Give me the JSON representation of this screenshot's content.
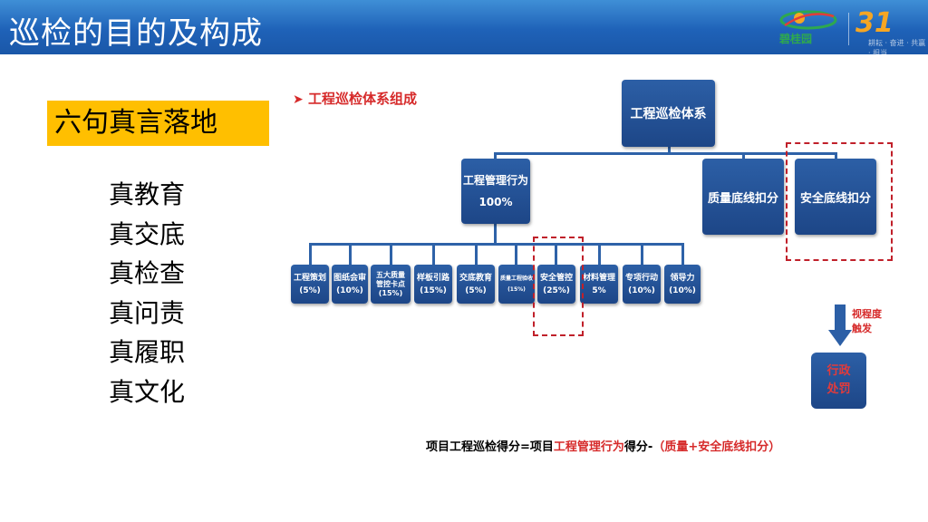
{
  "header": {
    "title": "巡检的目的及构成",
    "logo_company": "碧桂园",
    "logo_number": "31",
    "logo_tagline": "耕耘 · 奋进 · 共赢 · 担当"
  },
  "left": {
    "heading": "六句真言落地",
    "items": [
      "真教育",
      "真交底",
      "真检查",
      "真问责",
      "真履职",
      "真文化"
    ]
  },
  "diagram": {
    "section_title": "工程巡检体系组成",
    "root": "工程巡检体系",
    "behavior": {
      "name": "工程管理行为",
      "pct": "100%"
    },
    "quality": "质量底线扣分",
    "safety": "安全底线扣分",
    "children": [
      {
        "name": "工程策划",
        "pct": "(5%)"
      },
      {
        "name": "图纸会审",
        "pct": "(10%)"
      },
      {
        "name": "五大质量管控卡点",
        "pct": "(15%)"
      },
      {
        "name": "样板引路",
        "pct": "(15%)"
      },
      {
        "name": "交底教育",
        "pct": "(5%)"
      },
      {
        "name": "质量工程验收",
        "pct": "(15%)"
      },
      {
        "name": "安全管控",
        "pct": "(25%)"
      },
      {
        "name": "材料管理",
        "pct": "5%"
      },
      {
        "name": "专项行动",
        "pct": "(10%)"
      },
      {
        "name": "领导力",
        "pct": "(10%)"
      }
    ],
    "trigger": [
      "视程度",
      "触发"
    ],
    "punish": [
      "行政",
      "处罚"
    ]
  },
  "formula": {
    "part1": "项目工程巡检得分=项目",
    "part2": "工程管理行为",
    "part3": "得分-",
    "part4": "（质量+安全底线扣分）"
  },
  "colors": {
    "header_blue": "#1f62b8",
    "box_blue": "#1d4687",
    "highlight_yellow": "#ffbf00",
    "accent_red": "#d62a2a"
  }
}
